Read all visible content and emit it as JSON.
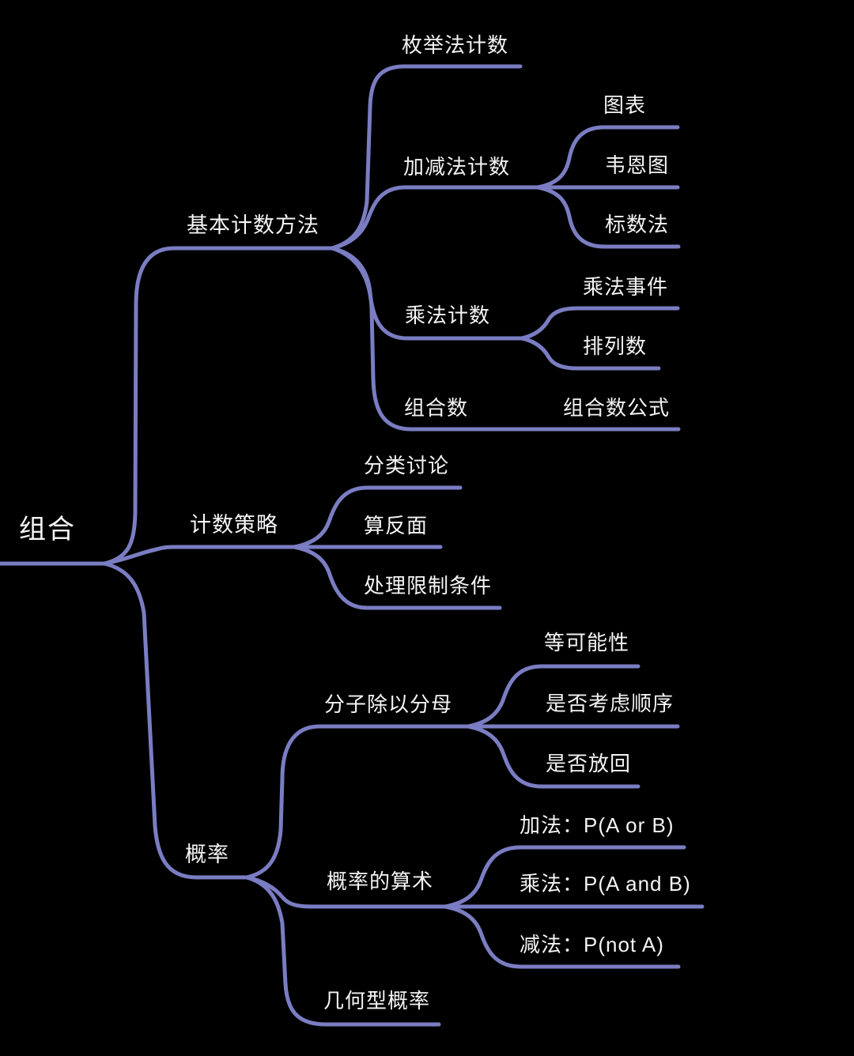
{
  "theme": {
    "bg_color": "#000000",
    "line_color": "#7A7DC2",
    "text_color": "#F4F4F6"
  },
  "mindmap": {
    "root": {
      "label": "组合"
    },
    "branches": [
      {
        "label": "基本计数方法",
        "children": [
          {
            "label": "枚举法计数",
            "children": []
          },
          {
            "label": "加减法计数",
            "children": [
              {
                "label": "图表"
              },
              {
                "label": "韦恩图"
              },
              {
                "label": "标数法"
              }
            ]
          },
          {
            "label": "乘法计数",
            "children": [
              {
                "label": "乘法事件"
              },
              {
                "label": "排列数"
              }
            ]
          },
          {
            "label": "组合数",
            "children": [
              {
                "label": "组合数公式"
              }
            ]
          }
        ]
      },
      {
        "label": "计数策略",
        "children": [
          {
            "label": "分类讨论"
          },
          {
            "label": "算反面"
          },
          {
            "label": "处理限制条件"
          }
        ]
      },
      {
        "label": "概率",
        "children": [
          {
            "label": "分子除以分母",
            "children": [
              {
                "label": "等可能性"
              },
              {
                "label": "是否考虑顺序"
              },
              {
                "label": "是否放回"
              }
            ]
          },
          {
            "label": "概率的算术",
            "children": [
              {
                "label": "加法：P(A or B)"
              },
              {
                "label": "乘法：P(A and B)"
              },
              {
                "label": "减法：P(not A)"
              }
            ]
          },
          {
            "label": "几何型概率",
            "children": []
          }
        ]
      }
    ]
  }
}
